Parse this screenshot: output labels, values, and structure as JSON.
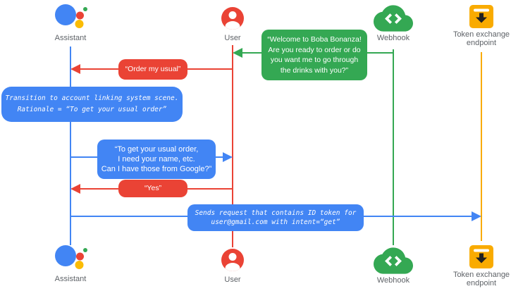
{
  "palette": {
    "blue": "#4285F4",
    "red": "#EA4335",
    "green": "#34A853",
    "yellow": "#F9AB00",
    "assistant_yellow_dot": "#FBBC04",
    "label_gray": "#5f6368",
    "bubble_text": "#ffffff",
    "background": "#ffffff"
  },
  "actors": [
    {
      "id": "assistant",
      "label": "Assistant",
      "color": "#4285F4"
    },
    {
      "id": "user",
      "label": "User",
      "color": "#EA4335"
    },
    {
      "id": "webhook",
      "label": "Webhook",
      "color": "#34A853"
    },
    {
      "id": "token_endpoint",
      "label": "Token exchange\nendpoint",
      "color": "#F9AB00"
    }
  ],
  "messages": [
    {
      "id": "welcome",
      "from": "webhook",
      "to": "user",
      "color": "green",
      "text": "“Welcome to Boba Bonanza!\nAre you ready to order or do\nyou want me to go through\nthe drinks with you?”"
    },
    {
      "id": "order-my-usual",
      "from": "user",
      "to": "assistant",
      "color": "red",
      "text": "“Order my usual”"
    },
    {
      "id": "transition-note",
      "type": "system-note",
      "anchor": "assistant",
      "color": "blue",
      "text": "Transition to account linking system scene.\nRationale = “To get your usual order”"
    },
    {
      "id": "ask-google-data",
      "from": "assistant",
      "to": "user",
      "color": "blue",
      "text": "“To get your usual order,\nI need your name, etc.\nCan I have those from Google?”"
    },
    {
      "id": "yes",
      "from": "user",
      "to": "assistant",
      "color": "red",
      "text": "“Yes”"
    },
    {
      "id": "send-id-token",
      "from": "assistant",
      "to": "token_endpoint",
      "color": "blue",
      "text": "Sends request that contains ID token for\nuser@gmail.com with intent=“get”"
    }
  ]
}
